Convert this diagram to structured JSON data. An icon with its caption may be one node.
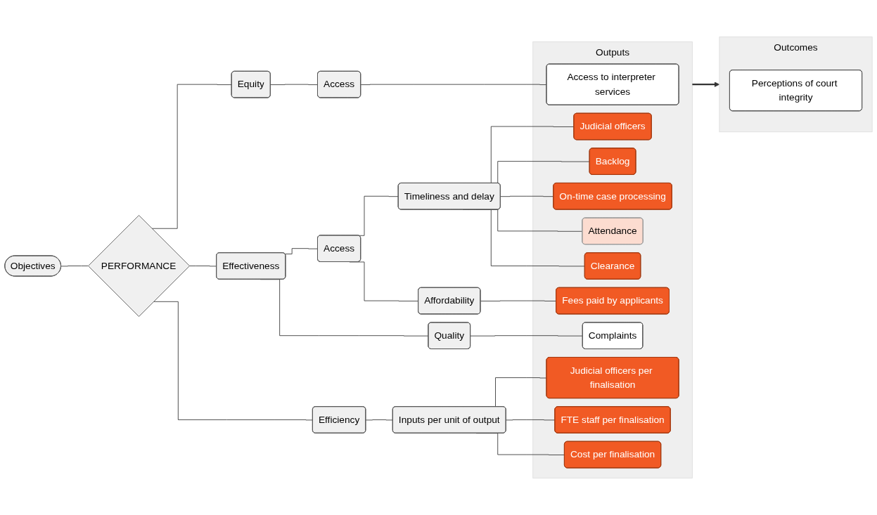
{
  "diagram": {
    "nodes": [
      {
        "text": [
          "Objectives"
        ]
      },
      {
        "text": [
          "PERFORMANCE"
        ]
      },
      {
        "text": [
          "Equity"
        ]
      },
      {
        "text": [
          "Access"
        ]
      },
      {
        "text": [
          "Effectiveness"
        ]
      },
      {
        "text": [
          "Access"
        ]
      },
      {
        "text": [
          "Timeliness and delay"
        ]
      },
      {
        "text": [
          "Affordability"
        ]
      },
      {
        "text": [
          "Quality"
        ]
      },
      {
        "text": [
          "Efficiency"
        ]
      },
      {
        "text": [
          "Inputs per unit of output"
        ]
      },
      {
        "text": [
          "Outputs"
        ]
      },
      {
        "text": [
          "Access to interpreter services"
        ],
        "in": 11
      },
      {
        "text": [
          "Judicial officers"
        ],
        "in": 11
      },
      {
        "text": [
          "Backlog"
        ],
        "in": 11
      },
      {
        "text": [
          "On-time case processing"
        ],
        "in": 11
      },
      {
        "text": [
          "Attendance"
        ],
        "in": 11
      },
      {
        "text": [
          "Clearance"
        ],
        "in": 11
      },
      {
        "text": [
          "Fees paid by applicants"
        ],
        "in": 11
      },
      {
        "text": [
          "Complaints"
        ],
        "in": 11
      },
      {
        "text": [
          "Judicial officers per finalisation"
        ],
        "in": 11
      },
      {
        "text": [
          "FTE staff per finalisation"
        ],
        "in": 11
      },
      {
        "text": [
          "Cost per finalisation"
        ],
        "in": 11
      },
      {
        "text": [
          "Outcomes"
        ]
      },
      {
        "text": [
          "Perceptions of court integrity"
        ],
        "in": 23
      }
    ],
    "edges": [
      {
        "from": 0,
        "to": 1,
        "arrow": "none"
      },
      {
        "from": 1,
        "to": 2,
        "arrow": "none"
      },
      {
        "from": 1,
        "to": 4,
        "arrow": "none"
      },
      {
        "from": 1,
        "to": 9,
        "arrow": "none"
      },
      {
        "from": 2,
        "to": 3,
        "arrow": "none"
      },
      {
        "from": 3,
        "to": 12,
        "arrow": "none"
      },
      {
        "from": 4,
        "to": 5,
        "arrow": "none"
      },
      {
        "from": 4,
        "to": 8,
        "arrow": "none"
      },
      {
        "from": 5,
        "to": 6,
        "arrow": "none"
      },
      {
        "from": 5,
        "to": 7,
        "arrow": "none"
      },
      {
        "from": 6,
        "to": 13,
        "arrow": "none"
      },
      {
        "from": 6,
        "to": 14,
        "arrow": "none"
      },
      {
        "from": 6,
        "to": 15,
        "arrow": "none"
      },
      {
        "from": 6,
        "to": 16,
        "arrow": "none"
      },
      {
        "from": 6,
        "to": 17,
        "arrow": "none"
      },
      {
        "from": 7,
        "to": 18,
        "arrow": "none"
      },
      {
        "from": 8,
        "to": 19,
        "arrow": "none"
      },
      {
        "from": 9,
        "to": 10,
        "arrow": "none"
      },
      {
        "from": 10,
        "to": 20,
        "arrow": "none"
      },
      {
        "from": 10,
        "to": 21,
        "arrow": "none"
      },
      {
        "from": 10,
        "to": 22,
        "arrow": "none"
      },
      {
        "from": 11,
        "to": 23,
        "arrow": "to"
      }
    ]
  }
}
